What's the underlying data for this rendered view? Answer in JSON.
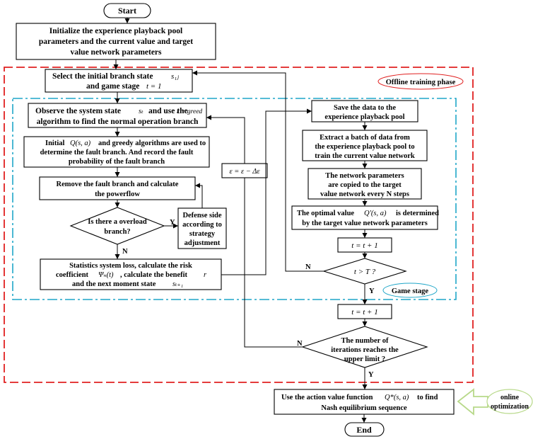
{
  "start": "Start",
  "end": "End",
  "init": [
    "Initialize the experience playback pool",
    "parameters and the current value and target",
    "value network parameters"
  ],
  "select": [
    "Select the initial branch state",
    "and game stage"
  ],
  "select_math": [
    "s₁ⱼ",
    "t = 1"
  ],
  "offline_label": "Offline training phase",
  "game_label": "Game stage",
  "observe": [
    "Observe the system state",
    "and use the",
    "algorithm to find the normal operation branch"
  ],
  "observe_math": [
    "sₜ",
    "ε − greed"
  ],
  "initial": [
    "Initial",
    "and greedy algorithms are used to",
    "determine the fault branch. And record the fault",
    "probability of the fault branch"
  ],
  "initial_math": "Q(s, a)",
  "remove": [
    "Remove the fault branch and calculate",
    "the powerflow"
  ],
  "overload": [
    "Is there a overload",
    "branch?"
  ],
  "defense": [
    "Defense side",
    "according to",
    "strategy",
    "adjustment"
  ],
  "stats": [
    "Statistics system loss, calculate the risk",
    "coefficient",
    ", calculate the benefit",
    "and the next moment state"
  ],
  "stats_math": [
    "Ψₙ(t)",
    "r",
    "sₜ₊₁"
  ],
  "epsilon_update": "ε = ε − Δε",
  "save": [
    "Save the data to the",
    "experience playback pool"
  ],
  "extract": [
    "Extract a batch of data from",
    "the experience playback pool to",
    "train the current value network"
  ],
  "network": [
    "The network parameters",
    "are copied to the target",
    "value network every N steps"
  ],
  "optimal": [
    "The optimal value",
    "is determined",
    "by the target value network parameters"
  ],
  "optimal_math": "Q′(s, a)",
  "t_inc1": "t = t + 1",
  "t_cond": "t > T ?",
  "t_inc2": "t = t + 1",
  "iter": [
    "The number of",
    "iterations reaches the",
    "upper limit ?"
  ],
  "use_action": [
    "Use the action value function",
    "to find",
    "Nash equilibrium sequence"
  ],
  "use_action_math": "Q*(s, a)",
  "online": [
    "online",
    "optimization"
  ],
  "yes": "Y",
  "no": "N",
  "colors": {
    "red_dash": "#e02020",
    "cyan_dash": "#1fa6c8",
    "arrow_outline": "#b8d98a"
  }
}
